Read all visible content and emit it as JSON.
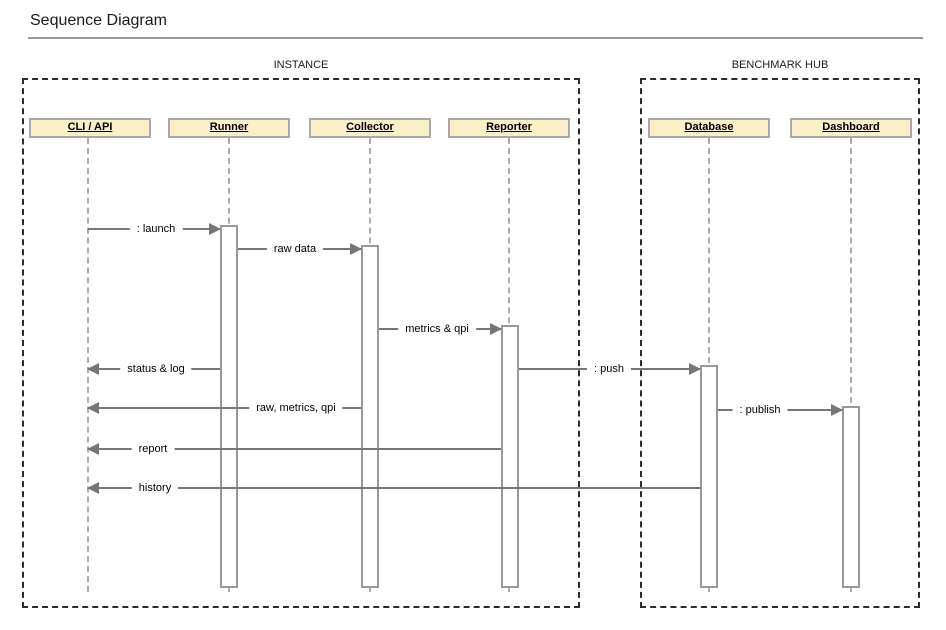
{
  "title": "Sequence Diagram",
  "frames": [
    {
      "id": "instance",
      "label": "INSTANCE"
    },
    {
      "id": "benchmark-hub",
      "label": "BENCHMARK HUB"
    }
  ],
  "participants": [
    {
      "id": "cli-api",
      "label": "CLI / API",
      "frame": "instance"
    },
    {
      "id": "runner",
      "label": "Runner",
      "frame": "instance"
    },
    {
      "id": "collector",
      "label": "Collector",
      "frame": "instance"
    },
    {
      "id": "reporter",
      "label": "Reporter",
      "frame": "instance"
    },
    {
      "id": "database",
      "label": "Database",
      "frame": "benchmark-hub"
    },
    {
      "id": "dashboard",
      "label": "Dashboard",
      "frame": "benchmark-hub"
    }
  ],
  "messages": [
    {
      "label": ": launch",
      "from": "cli-api",
      "to": "runner",
      "direction": "right"
    },
    {
      "label": "raw data",
      "from": "runner",
      "to": "collector",
      "direction": "right"
    },
    {
      "label": "metrics & qpi",
      "from": "collector",
      "to": "reporter",
      "direction": "right"
    },
    {
      "label": "status & log",
      "from": "runner",
      "to": "cli-api",
      "direction": "left"
    },
    {
      "label": ": push",
      "from": "reporter",
      "to": "database",
      "direction": "right"
    },
    {
      "label": "raw, metrics, qpi",
      "from": "collector",
      "to": "cli-api",
      "direction": "left"
    },
    {
      "label": ": publish",
      "from": "database",
      "to": "dashboard",
      "direction": "right"
    },
    {
      "label": "report",
      "from": "reporter",
      "to": "cli-api",
      "direction": "left"
    },
    {
      "label": "history",
      "from": "database",
      "to": "cli-api",
      "direction": "left"
    }
  ],
  "colors": {
    "line": "#767676",
    "lifeline": "#adadad",
    "box-fill": "#faf0c8",
    "box-border": "#a8a8a8",
    "act-border": "#999999",
    "frame": "#2b2b2b",
    "rule": "#999999"
  }
}
